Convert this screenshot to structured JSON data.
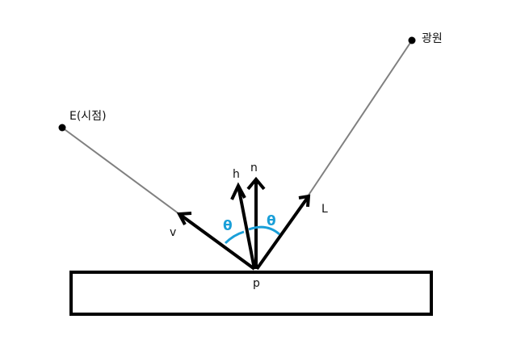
{
  "labels": {
    "light_source": "광원",
    "eye_point": "E(시점)",
    "normal": "n",
    "halfway": "h",
    "view": "v",
    "light": "L",
    "point": "p",
    "theta_left": "θ",
    "theta_right": "θ"
  },
  "colors": {
    "ink": "#000000",
    "ray": "#808080",
    "angle": "#1a9fd8"
  }
}
